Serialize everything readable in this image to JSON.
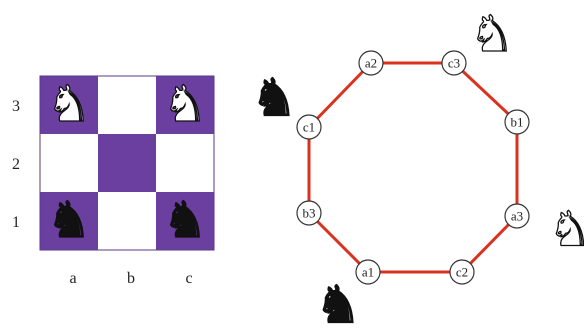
{
  "board": {
    "files": [
      "a",
      "b",
      "c"
    ],
    "ranks": [
      "1",
      "2",
      "3"
    ],
    "light_color": "#ffffff",
    "dark_color": "#6b3fa0",
    "pieces": [
      {
        "square": "a3",
        "piece": "white-knight",
        "glyph": "♞",
        "fill": "#ffffff"
      },
      {
        "square": "c3",
        "piece": "white-knight",
        "glyph": "♞",
        "fill": "#ffffff"
      },
      {
        "square": "a1",
        "piece": "black-knight",
        "glyph": "♞",
        "fill": "#111111"
      },
      {
        "square": "c1",
        "piece": "black-knight",
        "glyph": "♞",
        "fill": "#111111"
      }
    ]
  },
  "graph": {
    "edge_color": "#d9321f",
    "nodes": [
      "a2",
      "c3",
      "b1",
      "a3",
      "c2",
      "a1",
      "b3",
      "c1"
    ],
    "pieces": [
      {
        "node": "c3",
        "piece": "white-knight",
        "glyph": "♞",
        "fill": "#ffffff"
      },
      {
        "node": "a3",
        "piece": "white-knight",
        "glyph": "♞",
        "fill": "#ffffff"
      },
      {
        "node": "a1",
        "piece": "black-knight",
        "glyph": "♞",
        "fill": "#111111"
      },
      {
        "node": "c1",
        "piece": "black-knight",
        "glyph": "♞",
        "fill": "#111111"
      }
    ]
  }
}
